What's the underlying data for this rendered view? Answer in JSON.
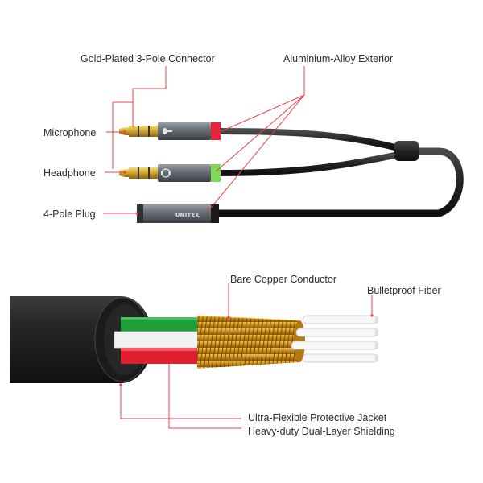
{
  "labels": {
    "gold_connector": "Gold-Plated 3-Pole Connector",
    "alloy_exterior": "Aluminium-Alloy Exterior",
    "microphone": "Microphone",
    "headphone": "Headphone",
    "four_pole": "4-Pole Plug",
    "copper": "Bare Copper Conductor",
    "fiber": "Bulletproof Fiber",
    "jacket": "Ultra-Flexible Protective Jacket",
    "shielding": "Heavy-duty Dual-Layer Shielding"
  },
  "brand": "UNITEK",
  "colors": {
    "leader": "#e8424a",
    "gold": "#c9a227",
    "mic_ring": "#e8243b",
    "headphone_ring": "#7ed957",
    "cable": "#2a2a2a",
    "wire_green": "#1f9e3a",
    "wire_red": "#e0202e",
    "wire_white": "#f2f2f2"
  },
  "icons": {
    "microphone_plug": "mic-icon",
    "headphone_plug": "headphone-icon"
  }
}
